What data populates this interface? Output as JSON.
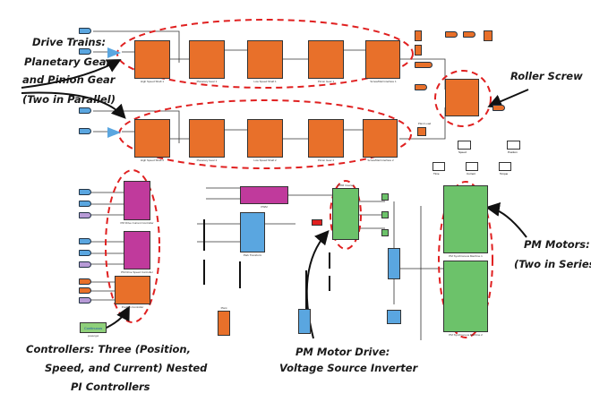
{
  "annotations": {
    "drive_trains": [
      "Drive Trains:",
      "Planetary Gear",
      "and Pinion Gear",
      "(Two in Parallel)"
    ],
    "roller_screw": "Roller Screw",
    "pm_motors": [
      "PM Motors:",
      "(Two in Series)"
    ],
    "pm_motor_drive": [
      "PM Motor Drive:",
      "Voltage Source Inverter"
    ],
    "controllers": [
      "Controllers: Three (Position,",
      "Speed, and Current) Nested",
      "PI Controllers"
    ]
  },
  "blocks": {
    "row1": [
      "High Speed Shaft 1",
      "Planetary Gear 1",
      "Low Speed Shaft 1",
      "Pinion Gear 1",
      "Screw/Rail Interface 1"
    ],
    "row2": [
      "High Speed Shaft 2",
      "Planetary Gear 2",
      "Low Speed Shaft 2",
      "Pinion Gear 2",
      "Screw/Rail Interface 2"
    ],
    "controllers": [
      "PM Drive Current Controller",
      "PM Drive Speed Controller",
      "Position Controller"
    ],
    "pwm": "PWM",
    "park": "Park Transform",
    "inverter": "PWM Inverter",
    "motor1": "PM Synchronous Machine 1",
    "motor2": "PM Synchronous Machine 2",
    "plant": "Plant",
    "continuous": "Continuous",
    "powergui": "powergui",
    "plant_load": "Plant Load",
    "scopes": [
      "Speed",
      "Position",
      "Time",
      "Current",
      "Torque"
    ]
  },
  "colors": {
    "annotation_red": "#e02020",
    "mechanical": "#e8702a",
    "controller": "#c03a9c",
    "electrical": "#6cc26a",
    "signal": "#5aa6e0"
  }
}
